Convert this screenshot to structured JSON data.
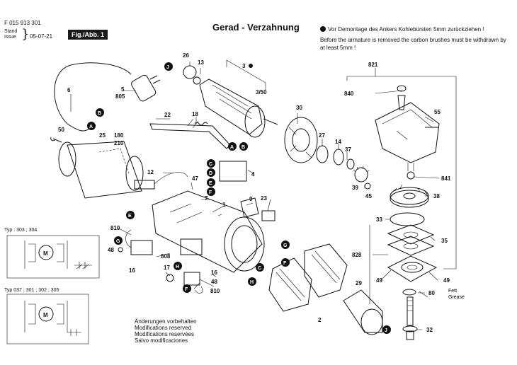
{
  "header": {
    "doc_number": "F 015 913 301",
    "stand_label": "Stand",
    "issue_label": "Issue",
    "date": "05-07-21",
    "figure_tag": "Fig./Abb. 1",
    "title": "Gerad - Verzahnung"
  },
  "note": {
    "de": "Vor Demontage des Ankers Kohlebürsten 5mm zurückziehen !",
    "en": "Before the armature is removed the carbon brushes must be withdrawn by at least 5mm !"
  },
  "disclaimer": [
    "Änderungen vorbehalten",
    "Modifications reserved",
    "Modifications reservées",
    "Salvo modificaciones"
  ],
  "wiring": {
    "typ_a": "Typ : 303 ; 304",
    "typ_b": "Typ 037 ; 301 ; 302 ; 305",
    "motor_symbol": "M"
  },
  "fett_note": [
    "Fett",
    "Grease"
  ],
  "part_labels": {
    "p26": "26",
    "p13": "13",
    "p3": "3",
    "p6": "6",
    "p5": "5",
    "p805": "805",
    "p3_50": "3/50",
    "p22": "22",
    "p18": "18",
    "p30": "30",
    "p50": "50",
    "p25": "25",
    "p180": "180",
    "p210": "210",
    "p27": "27",
    "p14": "14",
    "p37": "37",
    "p4": "4",
    "p12": "12",
    "p47": "47",
    "p7": "7",
    "p9": "9",
    "p23": "23",
    "p1": "1",
    "p810a": "810",
    "p48": "48",
    "p808": "808",
    "p16a": "16",
    "p17": "17",
    "p16b": "16",
    "p48b": "48",
    "p810b": "810",
    "p2": "2",
    "p29": "29",
    "p821": "821",
    "p840": "840",
    "p55": "55",
    "p841": "841",
    "p39": "39",
    "p45": "45",
    "p38": "38",
    "p33": "33",
    "p35": "35",
    "p828": "828",
    "p49a": "49",
    "p49b": "49",
    "p80": "80",
    "p32": "32"
  },
  "callouts": [
    "A",
    "B",
    "C",
    "D",
    "E",
    "F",
    "G",
    "H",
    "J"
  ]
}
